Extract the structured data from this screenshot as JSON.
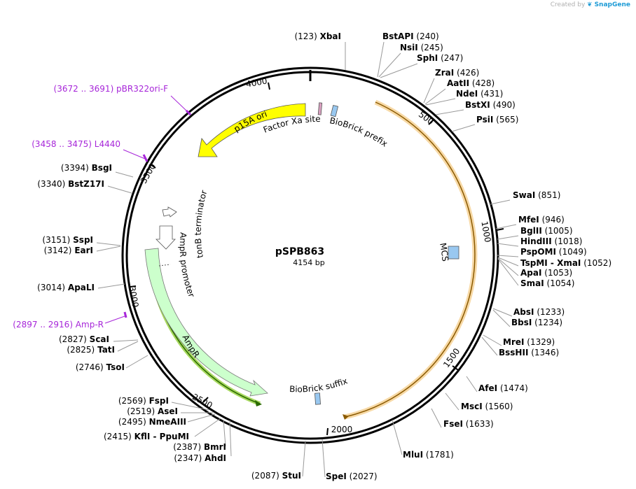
{
  "credit": {
    "prefix": "Created by",
    "brand": "SnapGene"
  },
  "plasmid": {
    "name": "pSPB863",
    "length_label": "4154 bp"
  },
  "ticks": [
    "500",
    "1000",
    "1500",
    "2000",
    "2500",
    "3000",
    "3500",
    "4000"
  ],
  "primers": [
    {
      "range": "(3672 .. 3691)",
      "name": "pBR322ori-F"
    },
    {
      "range": "(3458 .. 3475)",
      "name": "L4440"
    },
    {
      "range": "(2897 .. 2916)",
      "name": "Amp-R"
    }
  ],
  "features": [
    {
      "label": "p15A ori",
      "type": "rep_origin",
      "color": "#ffff00"
    },
    {
      "label": "Factor Xa site",
      "type": "cleavage_site",
      "color": "#d9a0c0"
    },
    {
      "label": "BioBrick prefix",
      "type": "misc",
      "color": "#99c8f0"
    },
    {
      "label": "MCS",
      "type": "misc",
      "color": "#99c8f0"
    },
    {
      "label": "BioBrick suffix",
      "type": "misc",
      "color": "#99c8f0"
    },
    {
      "label": "AmpR",
      "type": "CDS",
      "color": "#ccffcc"
    },
    {
      "label": "AmpR promoter",
      "type": "promoter",
      "color": "#ccffcc"
    },
    {
      "label": "tonB terminator",
      "type": "terminator",
      "color": "#ffffff"
    }
  ],
  "sites": [
    {
      "pos": "(123)",
      "name": "XbaI"
    },
    {
      "name": "BstAPI",
      "pos": "(240)"
    },
    {
      "name": "NsiI",
      "pos": "(245)"
    },
    {
      "name": "SphI",
      "pos": "(247)"
    },
    {
      "name": "ZraI",
      "pos": "(426)"
    },
    {
      "name": "AatII",
      "pos": "(428)"
    },
    {
      "name": "NdeI",
      "pos": "(431)"
    },
    {
      "name": "BstXI",
      "pos": "(490)"
    },
    {
      "name": "PsiI",
      "pos": "(565)"
    },
    {
      "name": "SwaI",
      "pos": "(851)"
    },
    {
      "name": "MfeI",
      "pos": "(946)"
    },
    {
      "name": "BglII",
      "pos": "(1005)"
    },
    {
      "name": "HindIII",
      "pos": "(1018)"
    },
    {
      "name": "PspOMI",
      "pos": "(1049)"
    },
    {
      "name": "TspMI",
      "name2": "XmaI",
      "pos": "(1052)"
    },
    {
      "name": "ApaI",
      "pos": "(1053)"
    },
    {
      "name": "SmaI",
      "pos": "(1054)"
    },
    {
      "name": "AbsI",
      "pos": "(1233)"
    },
    {
      "name": "BbsI",
      "pos": "(1234)"
    },
    {
      "name": "MreI",
      "pos": "(1329)"
    },
    {
      "name": "BssHII",
      "pos": "(1346)"
    },
    {
      "name": "AfeI",
      "pos": "(1474)"
    },
    {
      "name": "MscI",
      "pos": "(1560)"
    },
    {
      "name": "FseI",
      "pos": "(1633)"
    },
    {
      "name": "MluI",
      "pos": "(1781)"
    },
    {
      "name": "SpeI",
      "pos": "(2027)"
    },
    {
      "pos": "(2087)",
      "name": "StuI"
    },
    {
      "pos": "(2347)",
      "name": "AhdI"
    },
    {
      "pos": "(2387)",
      "name": "BmrI"
    },
    {
      "pos": "(2415)",
      "name": "KflI",
      "name2": "PpuMI"
    },
    {
      "pos": "(2495)",
      "name": "NmeAIII"
    },
    {
      "pos": "(2519)",
      "name": "AseI"
    },
    {
      "pos": "(2569)",
      "name": "FspI"
    },
    {
      "pos": "(2746)",
      "name": "TsoI"
    },
    {
      "pos": "(2825)",
      "name": "TatI"
    },
    {
      "pos": "(2827)",
      "name": "ScaI"
    },
    {
      "pos": "(3014)",
      "name": "ApaLI"
    },
    {
      "pos": "(3142)",
      "name": "EarI"
    },
    {
      "pos": "(3151)",
      "name": "SspI"
    },
    {
      "pos": "(3340)",
      "name": "BstZ17I"
    },
    {
      "pos": "(3394)",
      "name": "BsgI"
    }
  ]
}
